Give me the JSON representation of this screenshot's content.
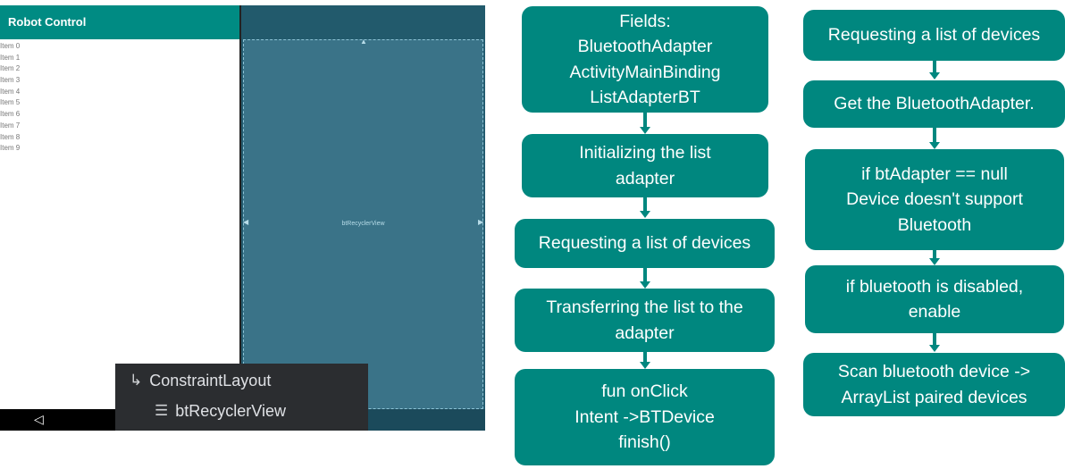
{
  "app": {
    "title": "Robot Control",
    "list_items": [
      "Item 0",
      "Item 1",
      "Item 2",
      "Item 3",
      "Item 4",
      "Item 5",
      "Item 6",
      "Item 7",
      "Item 8",
      "Item 9"
    ]
  },
  "blueprint": {
    "view_label": "btRecyclerView"
  },
  "component_tree": {
    "root": "ConstraintLayout",
    "child": "btRecyclerView"
  },
  "flow_left": [
    "Fields:\nBluetoothAdapter\nActivityMainBinding\nListAdapterBT",
    "Initializing the list\nadapter",
    "Requesting a list of devices",
    "Transferring the list to the\nadapter",
    "fun onClick\nIntent ->BTDevice\nfinish()"
  ],
  "flow_right": [
    "Requesting a list of devices",
    "Get the BluetoothAdapter.",
    "if btAdapter == null\nDevice doesn't support\nBluetooth",
    "if bluetooth is disabled,\nenable",
    "Scan bluetooth device ->\nArrayList paired devices"
  ],
  "colors": {
    "teal": "#00877f",
    "appbar": "#008b83",
    "blueprint": "#3a7388"
  }
}
